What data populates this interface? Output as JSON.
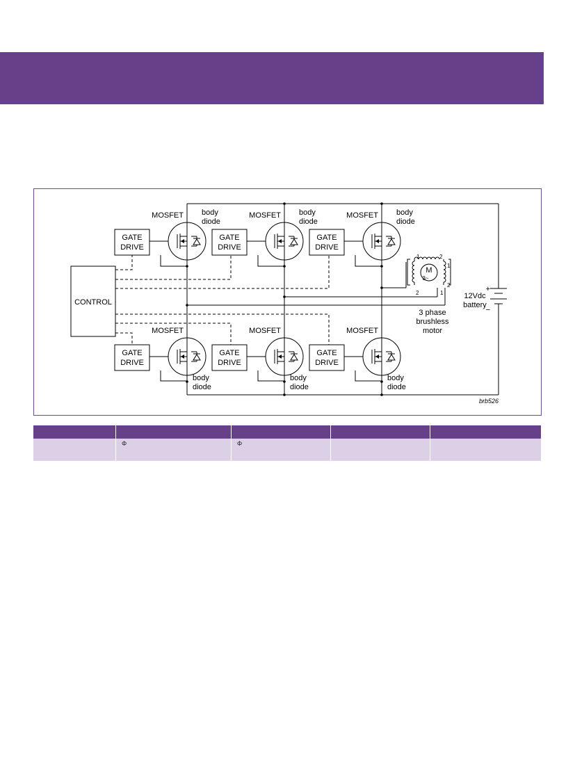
{
  "colors": {
    "accent": "#66418a",
    "row_bg": "#dcd0e6",
    "frame": "#6a4a8d"
  },
  "diagram": {
    "labels": {
      "control": "CONTROL",
      "gate": "GATE",
      "drive": "DRIVE",
      "mosfet": "MOSFET",
      "body": "body",
      "diode": "diode",
      "motor_phase": "3 phase",
      "motor_brushless": "brushless",
      "motor_word": "motor",
      "battery_voltage": "12Vdc",
      "battery_word": "battery",
      "plus": "+",
      "minus": "−",
      "motor_symbol": "M",
      "motor_sub": "3~",
      "term_1": "1",
      "term_2": "2",
      "ref": "brb526"
    }
  },
  "table": {
    "headers": [
      "",
      "",
      "",
      "",
      ""
    ],
    "rows": [
      [
        "",
        "Φ",
        "Φ",
        "",
        ""
      ]
    ]
  }
}
